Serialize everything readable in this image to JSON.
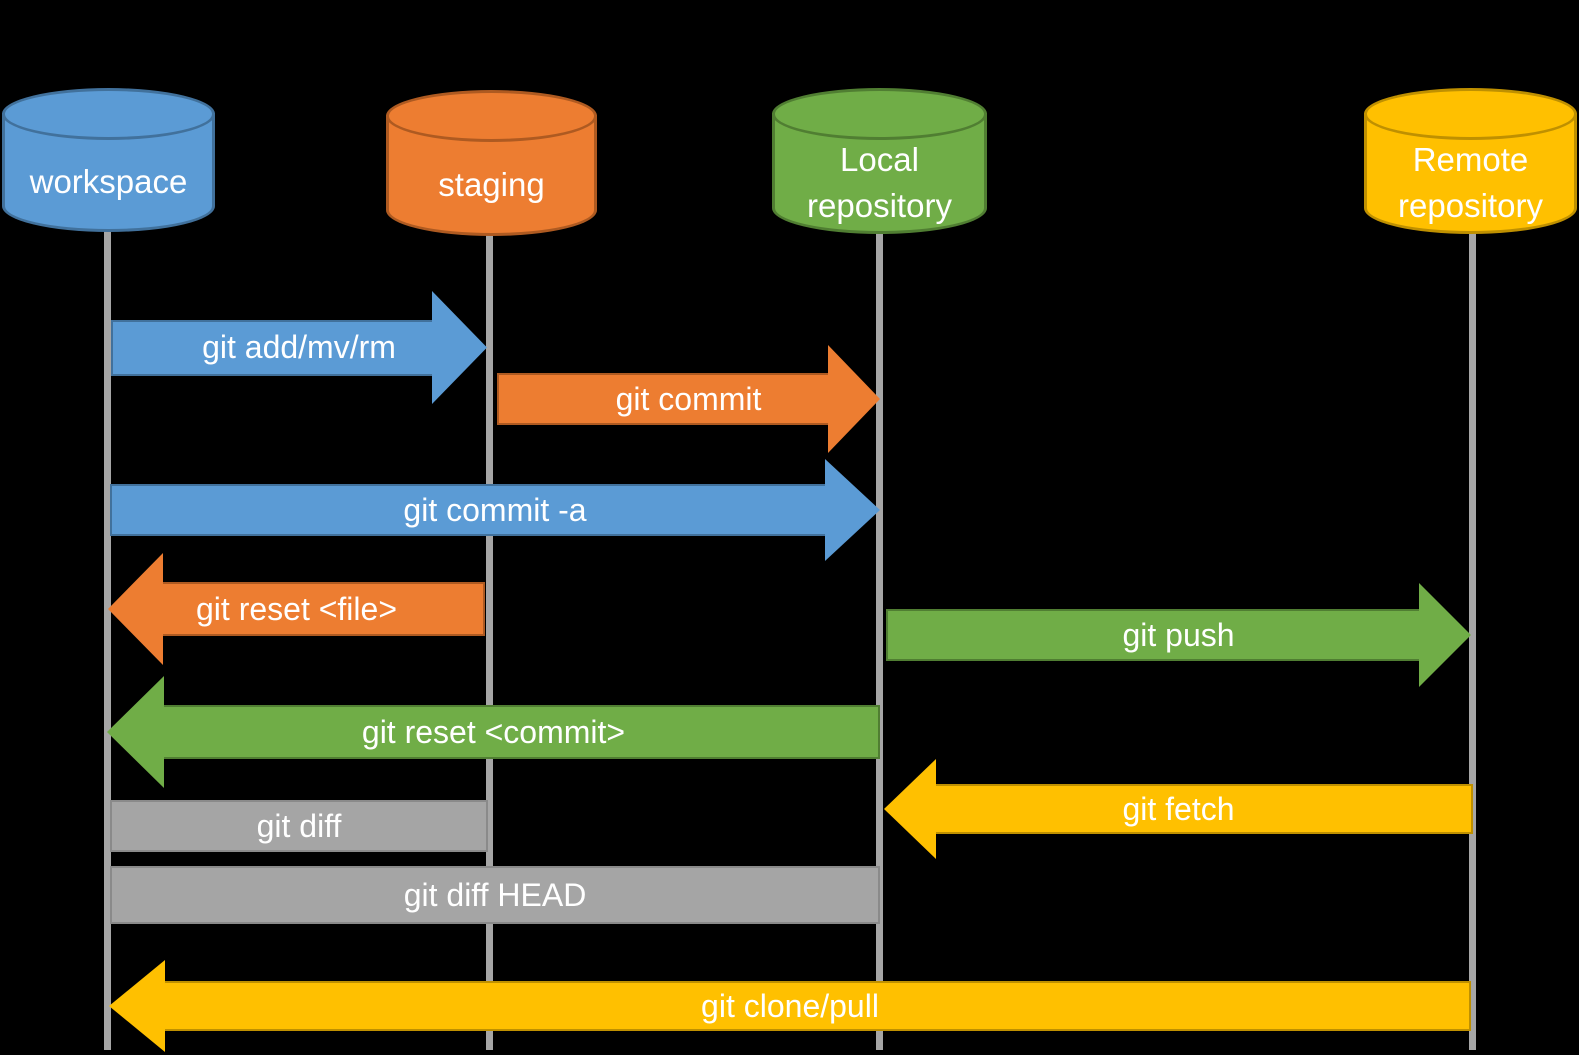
{
  "diagram": {
    "type": "git-workflow-sequence-diagram",
    "background_color": "#000000",
    "text_color": "#FFFFFF",
    "lifeline_color": "#A6A6A6",
    "colors": {
      "blue": "#5B9BD5",
      "orange": "#ED7D31",
      "green": "#70AD47",
      "gold": "#FFC000",
      "gray": "#A5A5A5"
    },
    "nodes": [
      {
        "id": "workspace",
        "label": "workspace",
        "shape": "cylinder",
        "color": "#5B9BD5"
      },
      {
        "id": "staging",
        "label": "staging",
        "shape": "cylinder",
        "color": "#ED7D31"
      },
      {
        "id": "local-repository",
        "label": "Local repository",
        "shape": "cylinder",
        "color": "#70AD47"
      },
      {
        "id": "remote-repository",
        "label": "Remote repository",
        "shape": "cylinder",
        "color": "#FFC000"
      }
    ],
    "arrows": [
      {
        "label": "git add/mv/rm",
        "from": "workspace",
        "to": "staging",
        "direction": "right",
        "color": "#5B9BD5",
        "shape": "arrow"
      },
      {
        "label": "git commit",
        "from": "staging",
        "to": "local-repository",
        "direction": "right",
        "color": "#ED7D31",
        "shape": "arrow"
      },
      {
        "label": "git commit -a",
        "from": "workspace",
        "to": "local-repository",
        "direction": "right",
        "color": "#5B9BD5",
        "shape": "arrow"
      },
      {
        "label": "git reset <file>",
        "from": "staging",
        "to": "workspace",
        "direction": "left",
        "color": "#ED7D31",
        "shape": "arrow"
      },
      {
        "label": "git push",
        "from": "local-repository",
        "to": "remote-repository",
        "direction": "right",
        "color": "#70AD47",
        "shape": "arrow"
      },
      {
        "label": "git reset <commit>",
        "from": "local-repository",
        "to": "workspace",
        "direction": "left",
        "color": "#70AD47",
        "shape": "arrow"
      },
      {
        "label": "git fetch",
        "from": "remote-repository",
        "to": "local-repository",
        "direction": "left",
        "color": "#FFC000",
        "shape": "arrow"
      },
      {
        "label": "git diff",
        "from": "workspace",
        "to": "staging",
        "direction": "none",
        "color": "#A5A5A5",
        "shape": "bar"
      },
      {
        "label": "git diff HEAD",
        "from": "workspace",
        "to": "local-repository",
        "direction": "none",
        "color": "#A5A5A5",
        "shape": "bar"
      },
      {
        "label": "git clone/pull",
        "from": "remote-repository",
        "to": "workspace",
        "direction": "left",
        "color": "#FFC000",
        "shape": "arrow"
      }
    ]
  }
}
